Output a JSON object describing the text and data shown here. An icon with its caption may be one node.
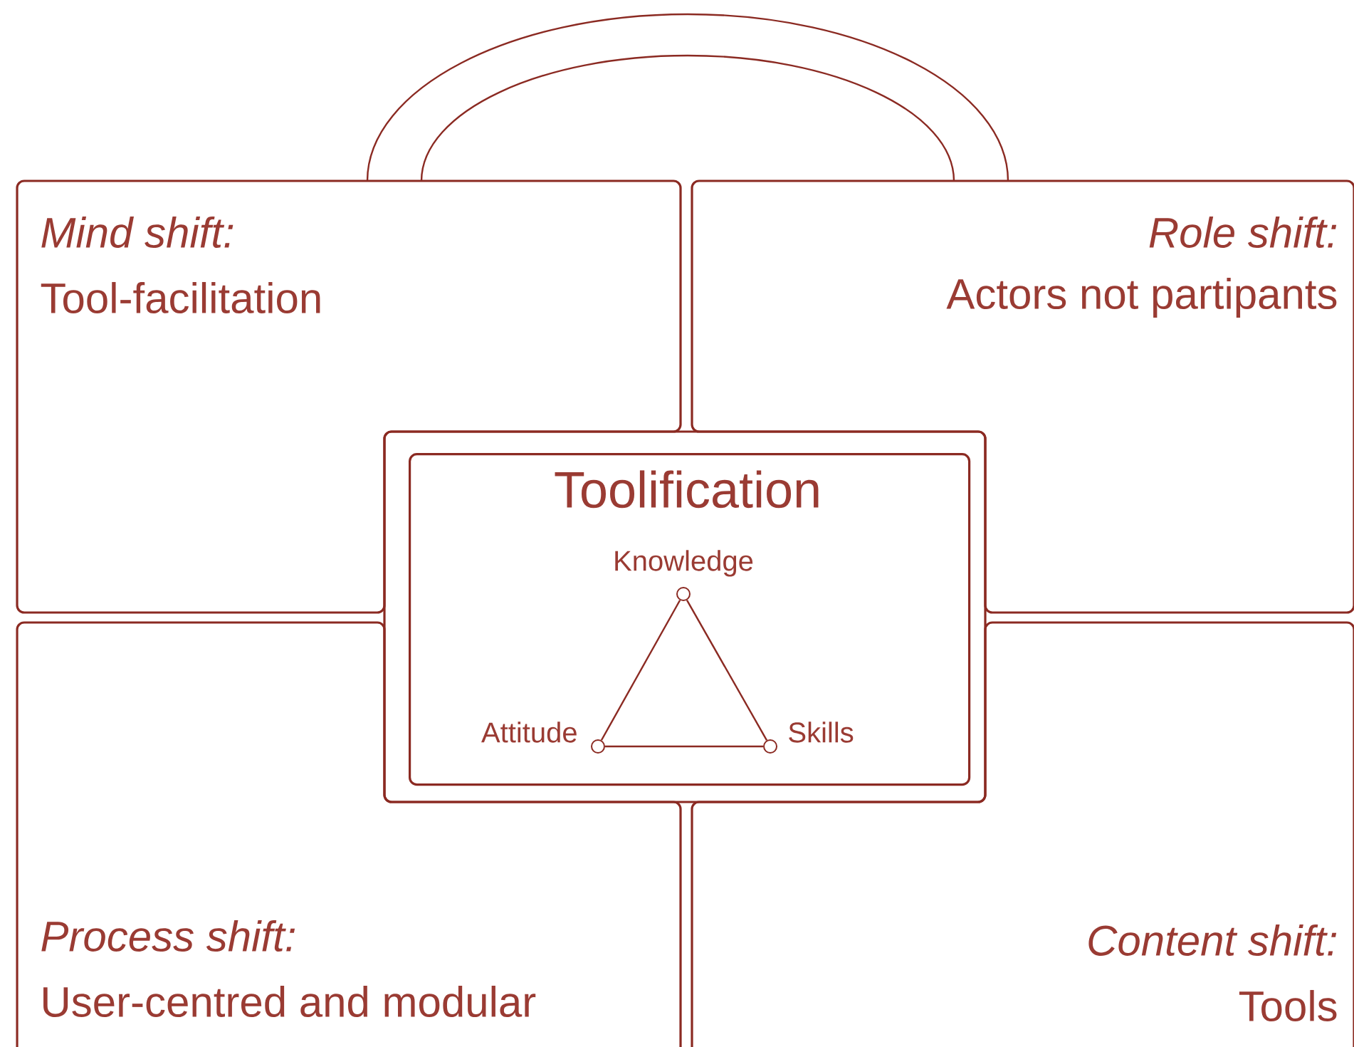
{
  "diagram": {
    "nodes": [
      {
        "text": [
          "Mind shift:",
          "Tool-facilitation"
        ]
      },
      {
        "text": [
          "Role shift:",
          "Actors not partipants"
        ]
      },
      {
        "text": [
          "Toolification"
        ]
      },
      {
        "text": [],
        "shape": "circle",
        "in": 2,
        "beside": [
          "Knowledge"
        ]
      },
      {
        "text": [],
        "shape": "circle",
        "in": 2,
        "beside": [
          "Attitude"
        ]
      },
      {
        "text": [],
        "shape": "circle",
        "in": 2,
        "beside": [
          "Skills"
        ]
      },
      {
        "text": [
          "Process shift:",
          "User-centred and modular"
        ]
      },
      {
        "text": [
          "Content shift:",
          "Tools"
        ]
      }
    ],
    "edges": [
      {
        "from": 3,
        "to": 4,
        "arrow": "none"
      },
      {
        "from": 3,
        "to": 5,
        "arrow": "none"
      },
      {
        "from": 4,
        "to": 5,
        "arrow": "none"
      }
    ]
  }
}
